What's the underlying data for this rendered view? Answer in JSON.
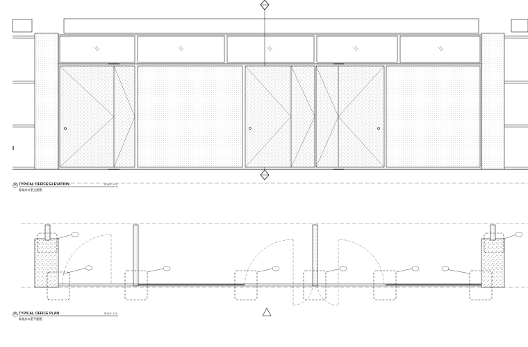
{
  "elevation": {
    "number": "02",
    "title": "TYPICAL OFFICE ELEVATION",
    "subtitle": "标准办公室立面图",
    "scale": "SCALE: 1:15",
    "section_marker_symbol": "diamond-section-marker"
  },
  "plan": {
    "number": "01",
    "title": "TYPICAL OFFICE PLAN",
    "subtitle": "标准办公室平面图",
    "scale": "SCALE: 1:15",
    "detail_callout_symbol": "circle-detail-callout"
  },
  "colors": {
    "line": "#1a1a1a",
    "hatch": "#6f6f6f",
    "dash": "#555555",
    "paper": "#ffffff"
  }
}
